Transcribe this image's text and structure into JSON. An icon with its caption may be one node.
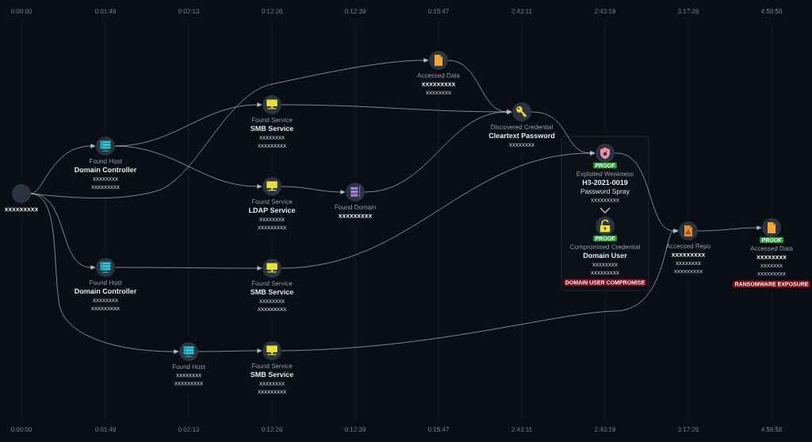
{
  "diagram": {
    "nodes": [
      {
        "text": [],
        "shape": "circle",
        "beside": [
          "xxxxxxxxx"
        ]
      },
      {
        "text": [],
        "shape": "circle",
        "beside": [
          "Found Host",
          "Domain Controller",
          "xxxxxxxx",
          "xxxxxxxxx"
        ]
      },
      {
        "text": [],
        "shape": "circle",
        "beside": [
          "Found Host",
          "Domain Controller",
          "xxxxxxxx",
          "xxxxxxxxx"
        ]
      },
      {
        "text": [],
        "shape": "circle",
        "beside": [
          "Found Host",
          "xxxxxxxx",
          "xxxxxxxxx"
        ]
      },
      {
        "text": [],
        "shape": "circle",
        "beside": [
          "Found Service",
          "SMB Service",
          "xxxxxxxx",
          "xxxxxxxxx"
        ]
      },
      {
        "text": [],
        "shape": "circle",
        "beside": [
          "Found Service",
          "LDAP Service",
          "xxxxxxxx",
          "xxxxxxxxx"
        ]
      },
      {
        "text": [],
        "shape": "circle",
        "beside": [
          "Found Service",
          "SMB Service",
          "xxxxxxxx",
          "xxxxxxxxx"
        ]
      },
      {
        "text": [],
        "shape": "circle",
        "beside": [
          "Found Service",
          "SMB Service",
          "xxxxxxxx",
          "xxxxxxxxx"
        ]
      },
      {
        "text": [],
        "shape": "circle",
        "beside": [
          "Found Domain",
          "xxxxxxxxx"
        ]
      },
      {
        "text": [],
        "shape": "circle",
        "beside": [
          "Accessed Data",
          "xxxxxxxxx",
          "xxxxxxxx"
        ]
      },
      {
        "text": [],
        "shape": "circle",
        "beside": [
          "Discovered Credential",
          "Cleartext Password",
          "xxxxxxxx"
        ]
      },
      {
        "text": [],
        "shape": "box"
      },
      {
        "text": [],
        "shape": "circle",
        "beside": [
          "PROOF",
          "Exploited Weakness",
          "H3-2021-0019",
          "Password Spray",
          "xxxxxxxxx"
        ],
        "in": 11
      },
      {
        "text": [],
        "shape": "circle",
        "beside": [
          "PROOF",
          "Compromised Credential",
          "Domain User",
          "xxxxxxxx",
          "xxxxxxxxx"
        ],
        "in": 11
      },
      {
        "text": [
          "DOMAIN USER COMPROMISE"
        ],
        "in": 11
      },
      {
        "text": [],
        "shape": "circle",
        "beside": [
          "Accessed Repo",
          "xxxxxxxxx",
          "xxxxxxxx",
          "xxxxxxxxx"
        ]
      },
      {
        "text": [],
        "shape": "circle",
        "beside": [
          "PROOF",
          "Accessed Data",
          "xxxxxxxx",
          "xxxxxxx",
          "xxxxxxxxx"
        ]
      },
      {
        "text": [
          "RANSOMWARE EXPOSURE"
        ]
      }
    ],
    "edges": [
      {
        "from": 0,
        "to": 1,
        "arrow": "to"
      },
      {
        "from": 0,
        "to": 2,
        "arrow": "to"
      },
      {
        "from": 0,
        "to": 9,
        "arrow": "to"
      },
      {
        "from": 0,
        "to": 3,
        "arrow": "to"
      },
      {
        "from": 1,
        "to": 4,
        "arrow": "to"
      },
      {
        "from": 1,
        "to": 5,
        "arrow": "to"
      },
      {
        "from": 2,
        "to": 6,
        "arrow": "to"
      },
      {
        "from": 3,
        "to": 7,
        "arrow": "to"
      },
      {
        "from": 4,
        "to": 10,
        "arrow": "to"
      },
      {
        "from": 5,
        "to": 8,
        "arrow": "to"
      },
      {
        "from": 9,
        "to": 10,
        "arrow": "to"
      },
      {
        "from": 8,
        "to": 10,
        "arrow": "to"
      },
      {
        "from": 6,
        "to": 12,
        "arrow": "to"
      },
      {
        "from": 10,
        "to": 12,
        "arrow": "to"
      },
      {
        "from": 7,
        "to": 15,
        "arrow": "to"
      },
      {
        "from": 12,
        "to": 13,
        "arrow": "to"
      },
      {
        "from": 12,
        "to": 15,
        "arrow": "to"
      },
      {
        "from": 15,
        "to": 16,
        "arrow": "to"
      }
    ],
    "labels": [
      "0:00:00",
      "0:01:49",
      "0:02:13",
      "0:12:26",
      "0:12:39",
      "0:15:47",
      "2:43:11",
      "2:43:19",
      "3:17:26",
      "4:58:58",
      "0:00:00",
      "0:01:49",
      "0:02:13",
      "0:12:26",
      "0:12:39",
      "0:15:47",
      "2:43:11",
      "2:43:19",
      "3:17:26",
      "4:58:58"
    ]
  }
}
